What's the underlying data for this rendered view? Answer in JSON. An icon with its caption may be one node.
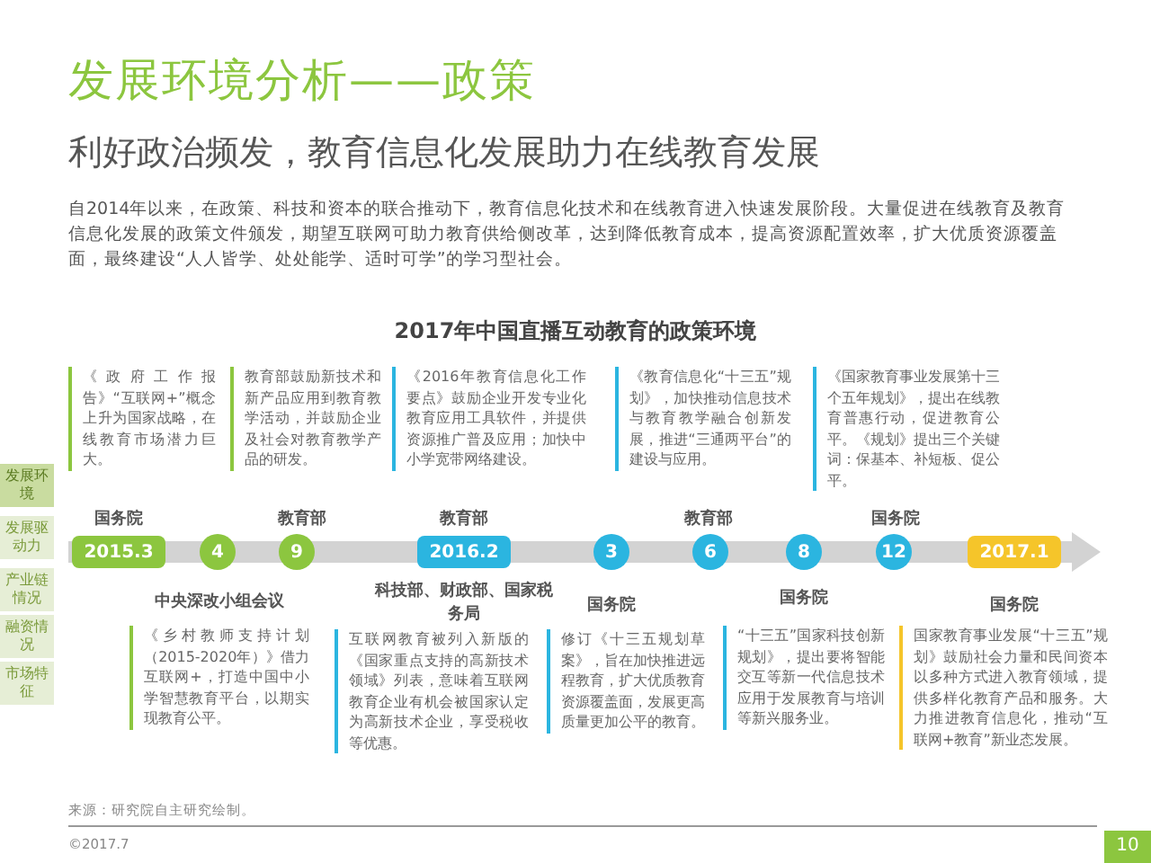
{
  "diagram": {
    "title": "发展环境分析——政策",
    "nodes": [
      {
        "text": [
          "2015.3"
        ],
        "beside": [
          "《政府工作报告》“互联网+”概念上升为国家战略，在线教育市场潜力巨大。",
          "国务院"
        ]
      },
      {
        "text": [
          "4"
        ],
        "beside": [
          "中央深改小组会议",
          "《乡村教师支持计划（2015-2020年）》借力互联网+，打造中国中小学智慧教育平台，以期实现教育公平。"
        ]
      },
      {
        "text": [
          "9"
        ],
        "beside": [
          "教育部鼓励新技术和新产品应用到教育教学活动，并鼓励企业及社会对教育教学产品的研发。",
          "教育部"
        ]
      },
      {
        "text": [
          "2016.2"
        ],
        "beside": [
          "《2016年教育信息化工作要点》鼓励企业开发专业化教育应用工具软件，并提供资源推广普及应用；加快中小学宽带网络建设。",
          "教育部",
          "科技部、财政部、国家税务局",
          "互联网教育被列入新版的《国家重点支持的高新技术领域》列表，意味着互联网教育企业有机会被国家认定为高新技术企业，享受税收等优惠。"
        ]
      },
      {
        "text": [
          "3"
        ],
        "beside": [
          "国务院",
          "修订《十三五规划草案》，旨在加快推进远程教育，扩大优质教育资源覆盖面，发展更高质量更加公平的教育。"
        ]
      },
      {
        "text": [
          "6"
        ],
        "beside": [
          "《教育信息化“十三五”规划》，加快推动信息技术与教育教学融合创新发展，推进“三通两平台”的建设与应用。",
          "教育部"
        ]
      },
      {
        "text": [
          "8"
        ],
        "beside": [
          "国务院",
          "“十三五”国家科技创新规划》，提出要将智能交互等新一代信息技术应用于发展教育与培训等新兴服务业。"
        ]
      },
      {
        "text": [
          "12"
        ],
        "beside": [
          "《国家教育事业发展第十三个五年规划》，提出在线教育普惠行动，促进教育公平。《规划》提出三个关键词：保基本、补短板、促公平。",
          "国务院"
        ]
      },
      {
        "text": [
          "2017.1"
        ],
        "beside": [
          "国务院",
          "国家教育事业发展“十三五”规划》鼓励社会力量和民间资本以多种方式进入教育领域，提供多样化教育产品和服务。大力推进教育信息化，推动“互联网+教育”新业态发展。"
        ]
      }
    ],
    "labels": [
      "利好政治频发，教育信息化发展助力在线教育发展",
      "自2014年以来，在政策、科技和资本的联合推动下，教育信息化技术和在线教育进入快速发展阶段。大量促进在线教育及教育信息化发展的政策文件颁发，期望互联网可助力教育供给侧改革，达到降低教育成本，提高资源配置效率，扩大优质资源覆盖面，最终建设“人人皆学、处处能学、适时可学”的学习型社会。",
      "2017年中国直播互动教育的政策环境",
      "发展环境",
      "发展驱动力",
      "产业链情况",
      "融资情况",
      "市场特征",
      "来源：研究院自主研究绘制。",
      "©2017.7",
      "10"
    ]
  }
}
